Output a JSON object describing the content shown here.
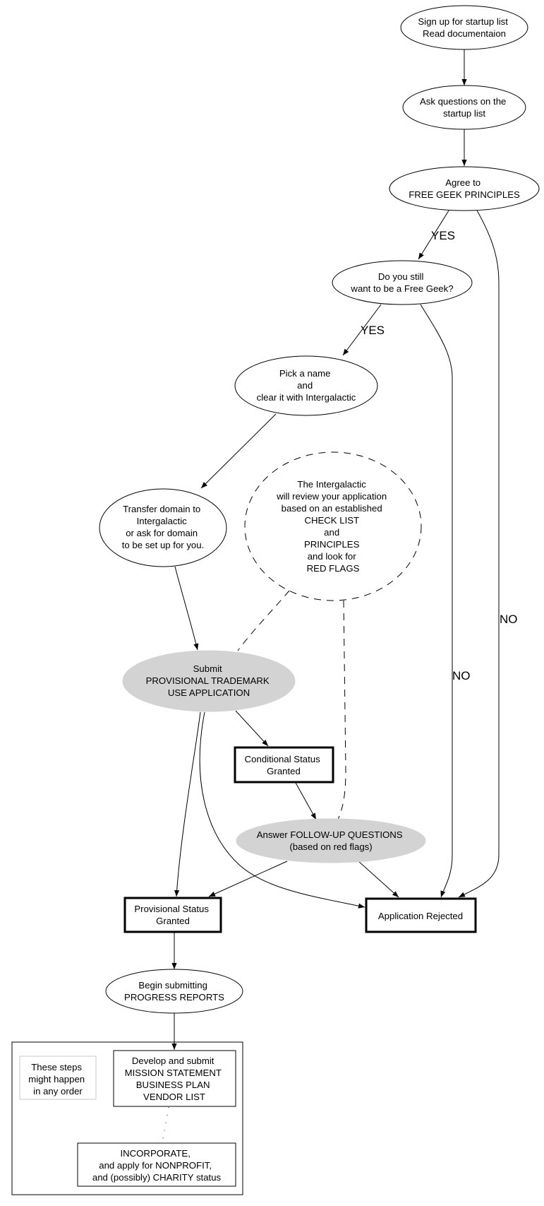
{
  "diagram": {
    "colors": {
      "stroke": "#000000",
      "filled_node": "#d3d3d3",
      "note_border": "#c8c8c8",
      "background": "#ffffff"
    },
    "nodes": {
      "signup": {
        "lines": [
          "Sign up for startup list",
          "Read documentaion"
        ],
        "shape": "ellipse"
      },
      "ask": {
        "lines": [
          "Ask questions on the",
          "startup list"
        ],
        "shape": "ellipse"
      },
      "agree": {
        "lines": [
          "Agree to",
          "FREE GEEK PRINCIPLES"
        ],
        "shape": "ellipse"
      },
      "still": {
        "lines": [
          "Do you still",
          "want to be a Free Geek?"
        ],
        "shape": "ellipse"
      },
      "pick": {
        "lines": [
          "Pick a name",
          "and",
          "clear it with Intergalactic"
        ],
        "shape": "ellipse"
      },
      "transfer": {
        "lines": [
          "Transfer domain to",
          "Intergalactic",
          "or ask for domain",
          "to be set up for you."
        ],
        "shape": "ellipse"
      },
      "review": {
        "lines": [
          "The Intergalactic",
          "will review your application",
          "based on an established",
          "CHECK LIST",
          "and",
          "PRINCIPLES",
          "and look for",
          "RED FLAGS"
        ],
        "shape": "dashed-ellipse"
      },
      "submit": {
        "lines": [
          "Submit",
          "PROVISIONAL TRADEMARK",
          "USE APPLICATION"
        ],
        "shape": "filled-ellipse"
      },
      "conditional": {
        "lines": [
          "Conditional Status",
          "Granted"
        ],
        "shape": "bold-box"
      },
      "answer": {
        "lines": [
          "Answer FOLLOW-UP QUESTIONS",
          "(based on red flags)"
        ],
        "shape": "filled-ellipse"
      },
      "provisional": {
        "lines": [
          "Provisional Status",
          "Granted"
        ],
        "shape": "bold-box"
      },
      "rejected": {
        "lines": [
          "Application Rejected"
        ],
        "shape": "bold-box"
      },
      "progress": {
        "lines": [
          "Begin submitting",
          "PROGRESS REPORTS"
        ],
        "shape": "ellipse"
      },
      "develop": {
        "lines": [
          "Develop and submit",
          "MISSION STATEMENT",
          "BUSINESS PLAN",
          "VENDOR LIST"
        ],
        "shape": "box"
      },
      "incorporate": {
        "lines": [
          "INCORPORATE,",
          "and apply for NONPROFIT,",
          "and (possibly) CHARITY status"
        ],
        "shape": "box"
      },
      "note": {
        "lines": [
          "These steps",
          "might happen",
          "in any order"
        ],
        "shape": "note-box"
      }
    },
    "edge_labels": {
      "agree_yes": "YES",
      "still_yes": "YES",
      "agree_no": "NO",
      "still_no": "NO"
    },
    "edges": [
      {
        "from": "signup",
        "to": "ask",
        "style": "solid"
      },
      {
        "from": "ask",
        "to": "agree",
        "style": "solid"
      },
      {
        "from": "agree",
        "to": "still",
        "style": "solid",
        "label": "YES"
      },
      {
        "from": "agree",
        "to": "rejected",
        "style": "solid",
        "label": "NO"
      },
      {
        "from": "still",
        "to": "pick",
        "style": "solid",
        "label": "YES"
      },
      {
        "from": "still",
        "to": "rejected",
        "style": "solid",
        "label": "NO"
      },
      {
        "from": "pick",
        "to": "transfer",
        "style": "solid"
      },
      {
        "from": "transfer",
        "to": "submit",
        "style": "solid"
      },
      {
        "from": "review",
        "to": "submit",
        "style": "dashed"
      },
      {
        "from": "review",
        "to": "answer",
        "style": "dashed"
      },
      {
        "from": "submit",
        "to": "conditional",
        "style": "solid"
      },
      {
        "from": "submit",
        "to": "provisional",
        "style": "solid"
      },
      {
        "from": "submit",
        "to": "rejected",
        "style": "solid"
      },
      {
        "from": "conditional",
        "to": "answer",
        "style": "solid"
      },
      {
        "from": "answer",
        "to": "provisional",
        "style": "solid"
      },
      {
        "from": "answer",
        "to": "rejected",
        "style": "solid"
      },
      {
        "from": "provisional",
        "to": "progress",
        "style": "solid"
      },
      {
        "from": "progress",
        "to": "develop",
        "style": "solid"
      },
      {
        "from": "develop",
        "to": "incorporate",
        "style": "dotted"
      }
    ]
  }
}
